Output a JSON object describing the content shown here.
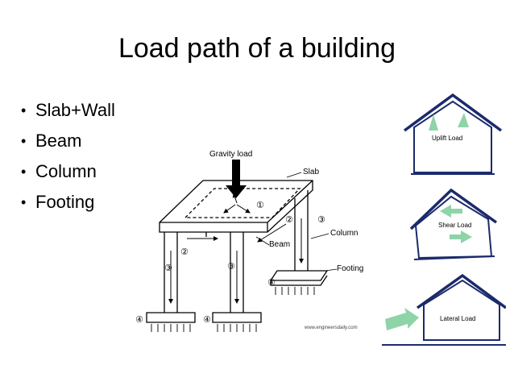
{
  "slide": {
    "title": "Load path of a building",
    "bullets": [
      "Slab+Wall",
      "Beam",
      "Column",
      "Footing"
    ]
  },
  "frame_diagram": {
    "labels": {
      "gravity": "Gravity load",
      "slab": "Slab",
      "beam": "Beam",
      "column": "Column",
      "footing": "Footing",
      "credit": "www.engineersdaily.com"
    },
    "markers": [
      "①",
      "②",
      "③",
      "④"
    ]
  },
  "house_diagrams": {
    "uplift": "Uplift Load",
    "shear": "Shear Load",
    "lateral": "Lateral Load"
  },
  "colors": {
    "house_outline": "#1b2a6b",
    "arrow": "#8fd3a8"
  }
}
